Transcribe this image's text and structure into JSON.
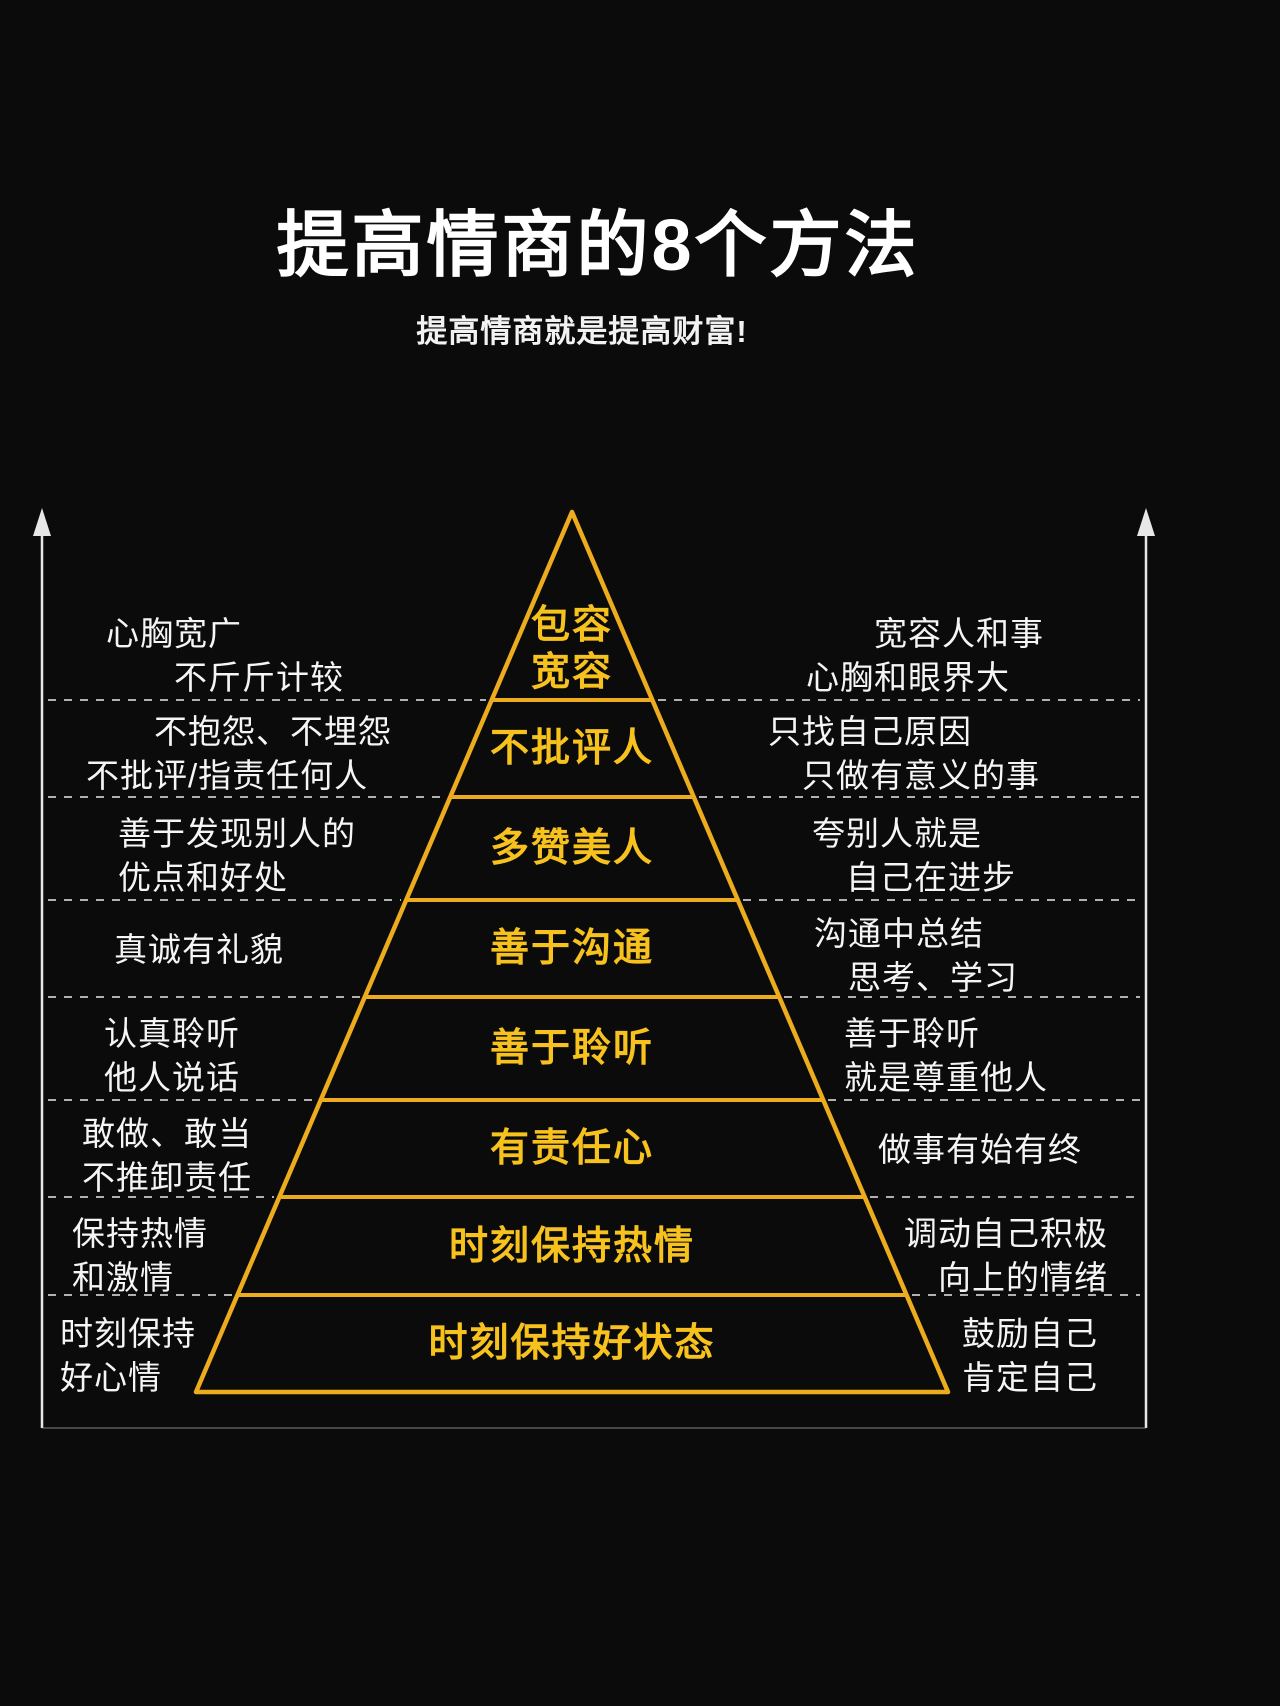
{
  "title": "提高情商的8个方法",
  "subtitle": "提高情商就是提高财富!",
  "colors": {
    "background": "#0b0b0b",
    "pyramid_line_gold": "#edac1d",
    "pyramid_text_gold": "#f7c21e",
    "side_text": "#f5f5f5",
    "dashed_line": "#cfcfcf",
    "axis_arrow": "#e8e8e8"
  },
  "pyramid": {
    "levels": [
      {
        "center": "包容\n宽容",
        "left": "心胸宽广\n　　不斤斤计较",
        "right": "　　宽容人和事\n心胸和眼界大"
      },
      {
        "center": "不批评人",
        "left": "　　不抱怨、不埋怨\n不批评/指责任何人",
        "right": "只找自己原因\n　只做有意义的事"
      },
      {
        "center": "多赞美人",
        "left": "善于发现别人的\n优点和好处",
        "right": "夸别人就是\n　自己在进步"
      },
      {
        "center": "善于沟通",
        "left": "真诚有礼貌",
        "right": "沟通中总结\n　思考、学习"
      },
      {
        "center": "善于聆听",
        "left": "认真聆听\n他人说话",
        "right": "善于聆听\n就是尊重他人"
      },
      {
        "center": "有责任心",
        "left": "敢做、敢当\n不推卸责任",
        "right": "做事有始有终"
      },
      {
        "center": "时刻保持热情",
        "left": "保持热情\n和激情",
        "right": "调动自己积极\n　向上的情绪"
      },
      {
        "center": "时刻保持好状态",
        "left": "时刻保持\n好心情",
        "right": "鼓励自己\n肯定自己"
      }
    ]
  }
}
